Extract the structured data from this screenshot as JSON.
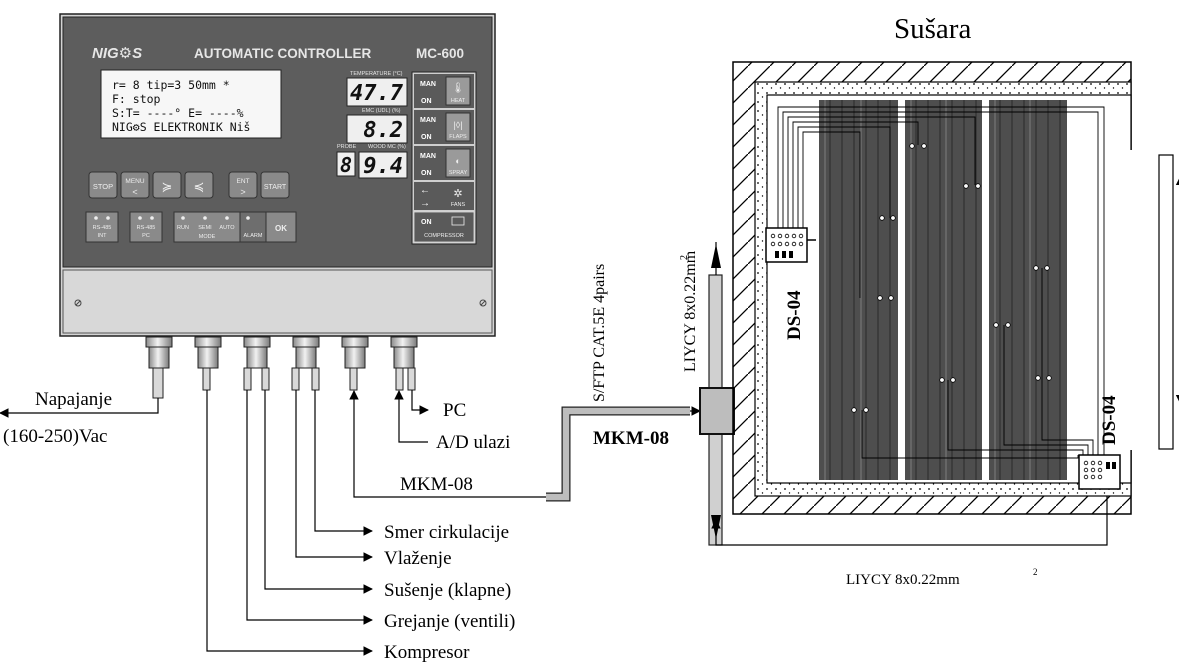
{
  "controller": {
    "brand": "NIG⚙S",
    "model_title": "AUTOMATIC CONTROLLER",
    "model": "MC-600",
    "lcd_lines": [
      "r= 8 tip=3 50mm *",
      "F: stop",
      "S:T= ----° E= ----%",
      "NIG⚙S ELEKTRONIK Niš"
    ],
    "displays": [
      {
        "label": "TEMPERATURE (°C)",
        "value": "47.7"
      },
      {
        "label": "EMC (UDL) (%)",
        "value": "8.2"
      },
      {
        "label": "WOOD MC (%)",
        "value": "9.4"
      }
    ],
    "probe_label": "PROBE",
    "probe_value": "8",
    "keys": [
      "STOP",
      "MENU",
      "START"
    ],
    "key_sub": {
      "menu": "<",
      "ent": "ENT",
      "ent_sub": ">"
    },
    "status": {
      "rs485_int": [
        "RS-485",
        "INT"
      ],
      "rs485_pc": [
        "RS-485",
        "PC"
      ],
      "modes": [
        "RUN",
        "SEMI",
        "AUTO"
      ],
      "mode_label": "MODE",
      "alarm": "ALARM",
      "ok": "OK"
    },
    "outputs": [
      {
        "man": "MAN",
        "on": "ON",
        "name": "HEAT"
      },
      {
        "man": "MAN",
        "on": "ON",
        "name": "FLAPS"
      },
      {
        "man": "MAN",
        "on": "ON",
        "name": "SPRAY"
      },
      {
        "man": "",
        "on": "",
        "name": "FANS"
      },
      {
        "man": "",
        "on": "ON",
        "name": "COMPRESSOR"
      }
    ]
  },
  "labels": {
    "napajanje": "Napajanje",
    "voltage": "(160-250)Vac",
    "pc": "PC",
    "ad": "A/D ulazi",
    "mkm_line": "MKM-08",
    "outputs": [
      "Smer cirkulacije",
      "Vlaženje",
      "Sušenje (klapne)",
      "Grejanje (ventili)",
      "Kompresor"
    ],
    "cable_sftp": "S/FTP CAT.5E 4pairs",
    "cable_liycy_v": "LIYCY 8x0.22mm",
    "mkm_box": "MKM-08",
    "dryer_title": "Sušara",
    "ds_top": "DS-04",
    "ds_bottom": "DS-04",
    "cable_liycy_h": "LIYCY 8x0.22mm",
    "superscript": "2"
  },
  "colors": {
    "panel": "#595959",
    "panel_light": "#c9c9c9",
    "display": "#ececec",
    "stack": "#4a4a4a",
    "cable": "#b5b5b5"
  }
}
